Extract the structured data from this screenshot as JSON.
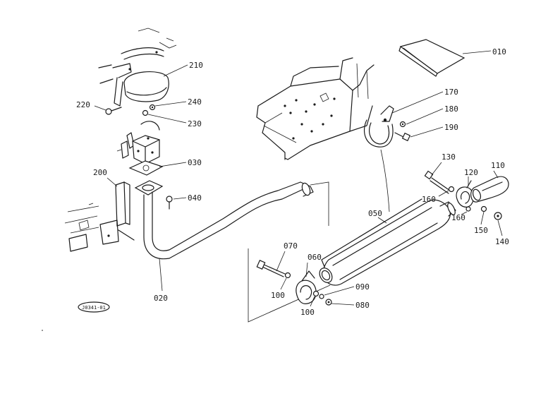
{
  "callouts": {
    "c010": "010",
    "c020": "020",
    "c030": "030",
    "c040": "040",
    "c050": "050",
    "c060": "060",
    "c070": "070",
    "c080": "080",
    "c090": "090",
    "c100a": "100",
    "c100b": "100",
    "c110": "110",
    "c120": "120",
    "c130": "130",
    "c140": "140",
    "c150": "150",
    "c160a": "160",
    "c160b": "160",
    "c170": "170",
    "c180": "180",
    "c190": "190",
    "c200": "200",
    "c210": "210",
    "c220": "220",
    "c230": "230",
    "c240": "240"
  },
  "diagram_code": "J0341-01"
}
